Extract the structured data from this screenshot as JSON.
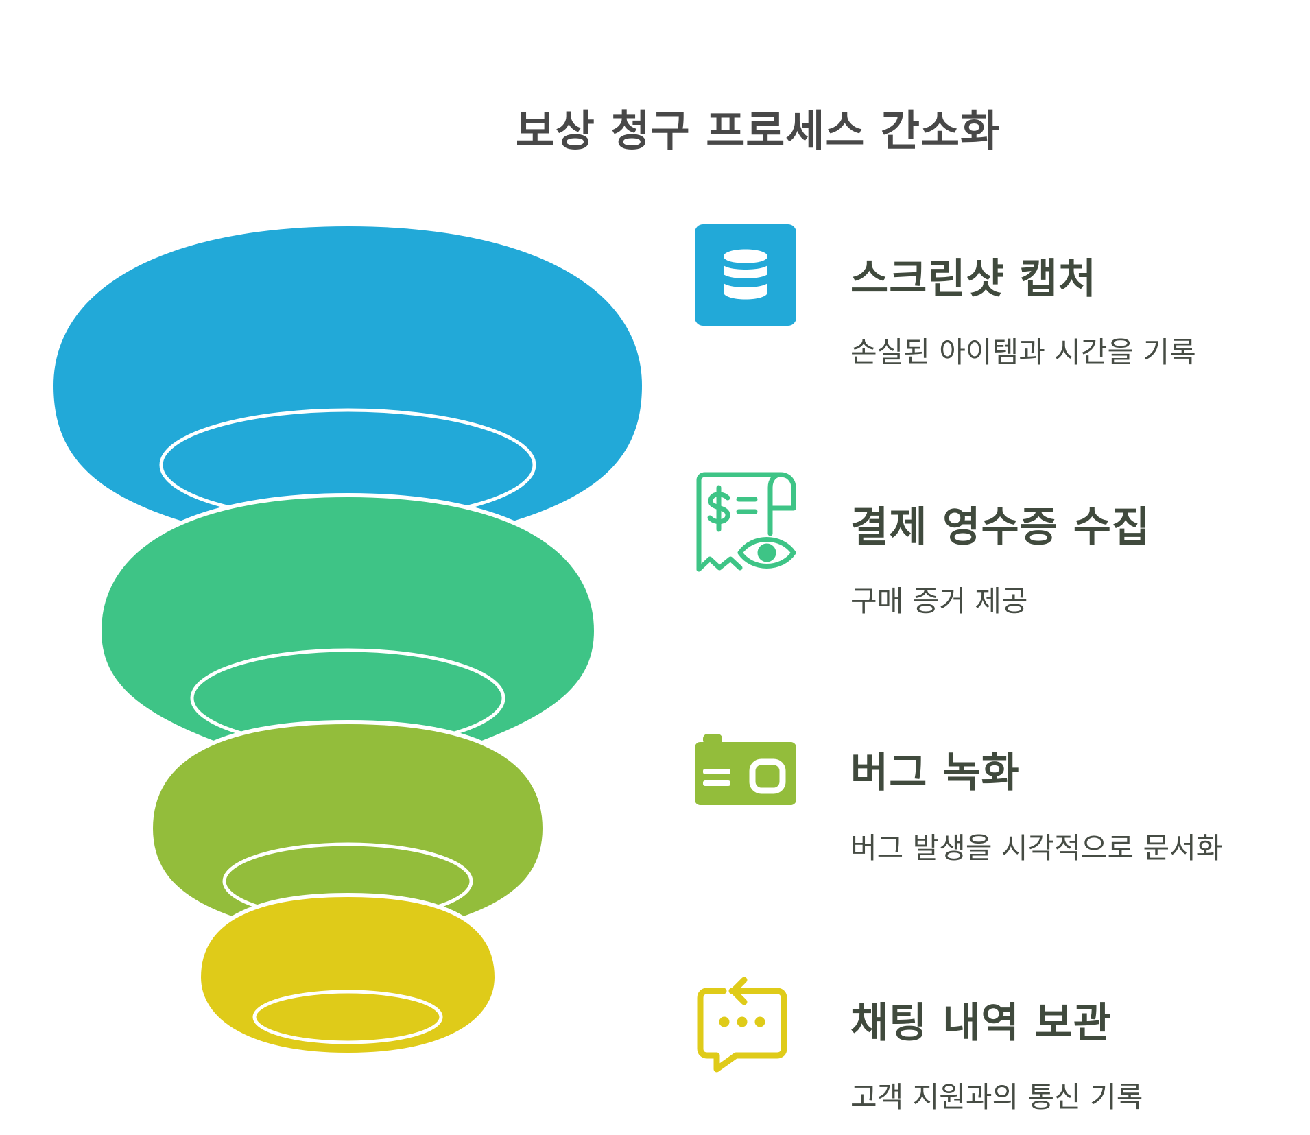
{
  "title": "보상 청구 프로세스 간소화",
  "colors": {
    "blue": "#22a9d8",
    "green": "#3ec486",
    "lime": "#93bd3b",
    "yellow": "#dfcb19"
  },
  "items": [
    {
      "title": "스크린샷 캡처",
      "description": "손실된 아이템과 시간을 기록",
      "icon": "database-icon",
      "color": "#22a9d8"
    },
    {
      "title": "결제 영수증 수집",
      "description": "구매 증거 제공",
      "icon": "receipt-eye-icon",
      "color": "#3ec486"
    },
    {
      "title": "버그 녹화",
      "description": "버그 발생을 시각적으로 문서화",
      "icon": "camera-icon",
      "color": "#93bd3b"
    },
    {
      "title": "채팅 내역 보관",
      "description": "고객 지원과의 통신 기록",
      "icon": "chat-refresh-icon",
      "color": "#dfcb19"
    }
  ]
}
